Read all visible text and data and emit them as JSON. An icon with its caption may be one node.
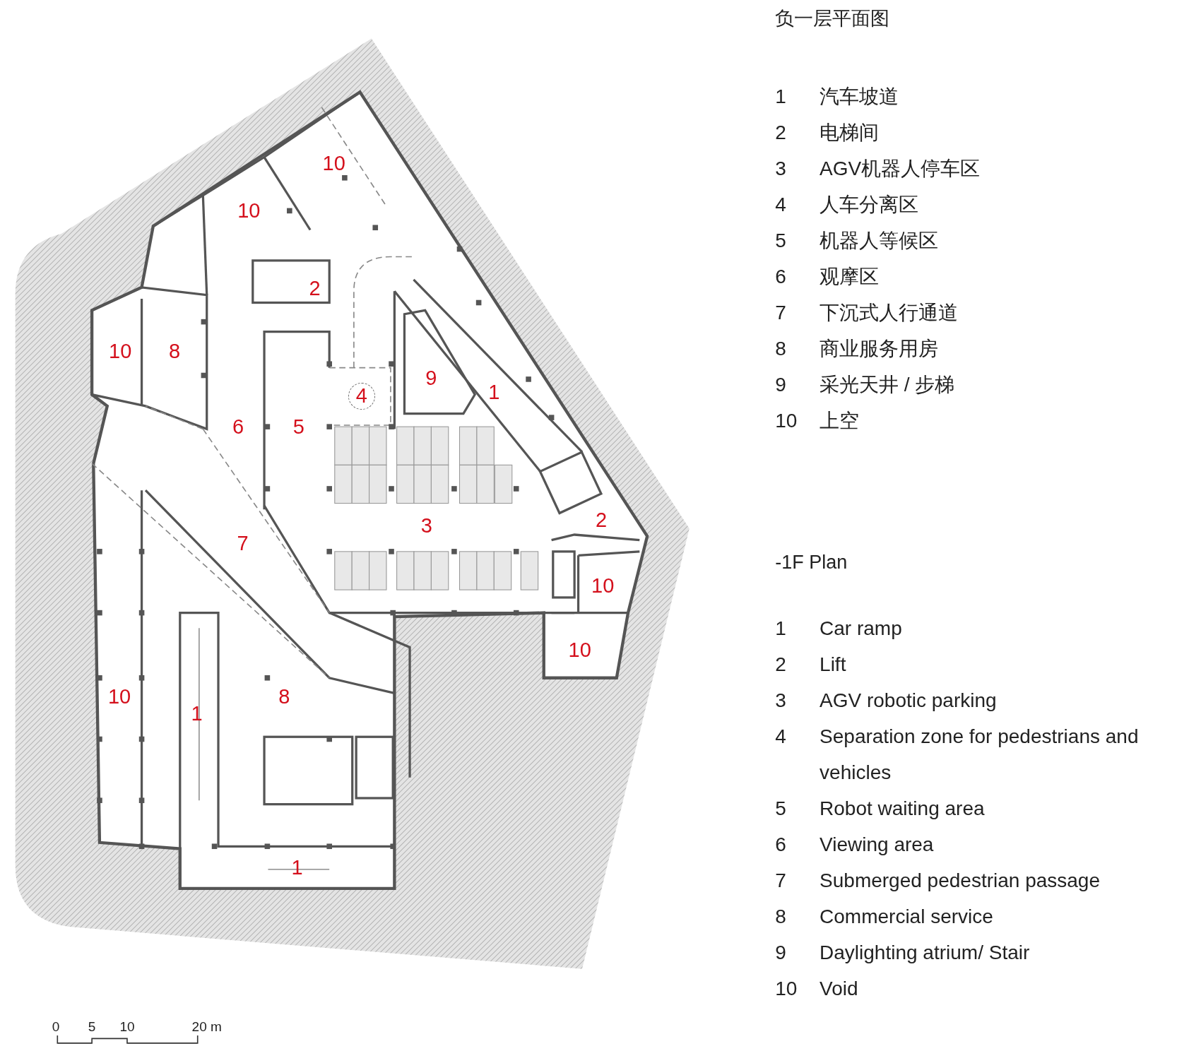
{
  "diagram": {
    "title": "负一层平面图",
    "nodes": [
      {
        "text": [
          "4"
        ]
      }
    ],
    "labels": [
      "10",
      "10",
      "2",
      "10",
      "8",
      "9",
      "1",
      "6",
      "5",
      "2",
      "3",
      "7",
      "10",
      "10",
      "10",
      "8",
      "1",
      "1",
      "1",
      "汽车坡道",
      "2",
      "电梯间",
      "3",
      "AGV机器人停车区",
      "4",
      "人车分离区",
      "5",
      "机器人等候区",
      "6",
      "观摩区",
      "7",
      "下沉式人行通道",
      "8",
      "商业服务用房",
      "9",
      "采光天井 / 步梯",
      "10",
      "上空",
      "-1F Plan",
      "1",
      "Car ramp",
      "2",
      "Lift",
      "3",
      "AGV robotic parking",
      "4",
      "Separation zone for pedestrians and vehicles",
      "5",
      "Robot waiting area",
      "6",
      "Viewing area",
      "7",
      "Submerged pedestrian passage",
      "8",
      "Commercial service",
      "9",
      "Daylighting atrium/ Stair",
      "10",
      "Void",
      "0",
      "5",
      "10",
      "20 m"
    ]
  }
}
